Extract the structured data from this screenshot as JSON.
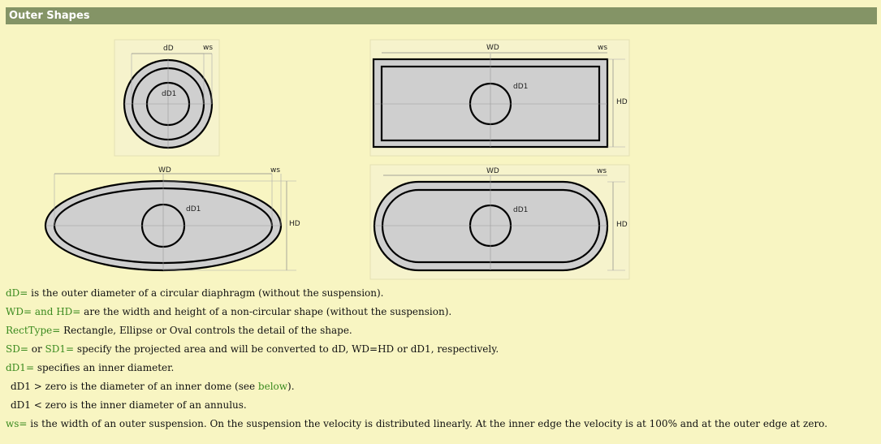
{
  "header": {
    "title": "Outer Shapes"
  },
  "figures": {
    "circle": {
      "dD": "dD",
      "ws": "ws",
      "dD1": "dD1"
    },
    "rect": {
      "WD": "WD",
      "ws": "ws",
      "HD": "HD",
      "dD1": "dD1"
    },
    "ellipse": {
      "WD": "WD",
      "ws": "ws",
      "HD": "HD",
      "dD1": "dD1"
    },
    "oval": {
      "WD": "WD",
      "ws": "ws",
      "HD": "HD",
      "dD1": "dD1"
    }
  },
  "descriptions": {
    "line1": {
      "k1": "dD=",
      "t1": " is the outer diameter of a circular diaphragm (without the suspension)."
    },
    "line2": {
      "k1": "WD=",
      "k2": " and HD=",
      "t1": " are the width and height of a non-circular shape (without the suspension)."
    },
    "line3": {
      "k1": "RectType=",
      "t1": " Rectangle, Ellipse or Oval controls the detail of the shape."
    },
    "line4": {
      "k1": "SD=",
      "t1": " or ",
      "k2": "SD1=",
      "t2": " specify the projected area and will be converted to dD, WD=HD or dD1, respectively."
    },
    "line5": {
      "k1": "dD1=",
      "t1": " specifies an inner diameter."
    },
    "line6": {
      "t1": "dD1 > zero is the diameter of an inner dome (see ",
      "link": "below",
      "t2": ")."
    },
    "line7": {
      "t1": "dD1 < zero is the inner diameter of an annulus."
    },
    "line8": {
      "k1": "ws=",
      "t1": " is the width of an outer suspension. On the suspension the velocity is distributed linearly. At the inner edge the velocity is at 100% and at the outer edge at zero."
    }
  }
}
